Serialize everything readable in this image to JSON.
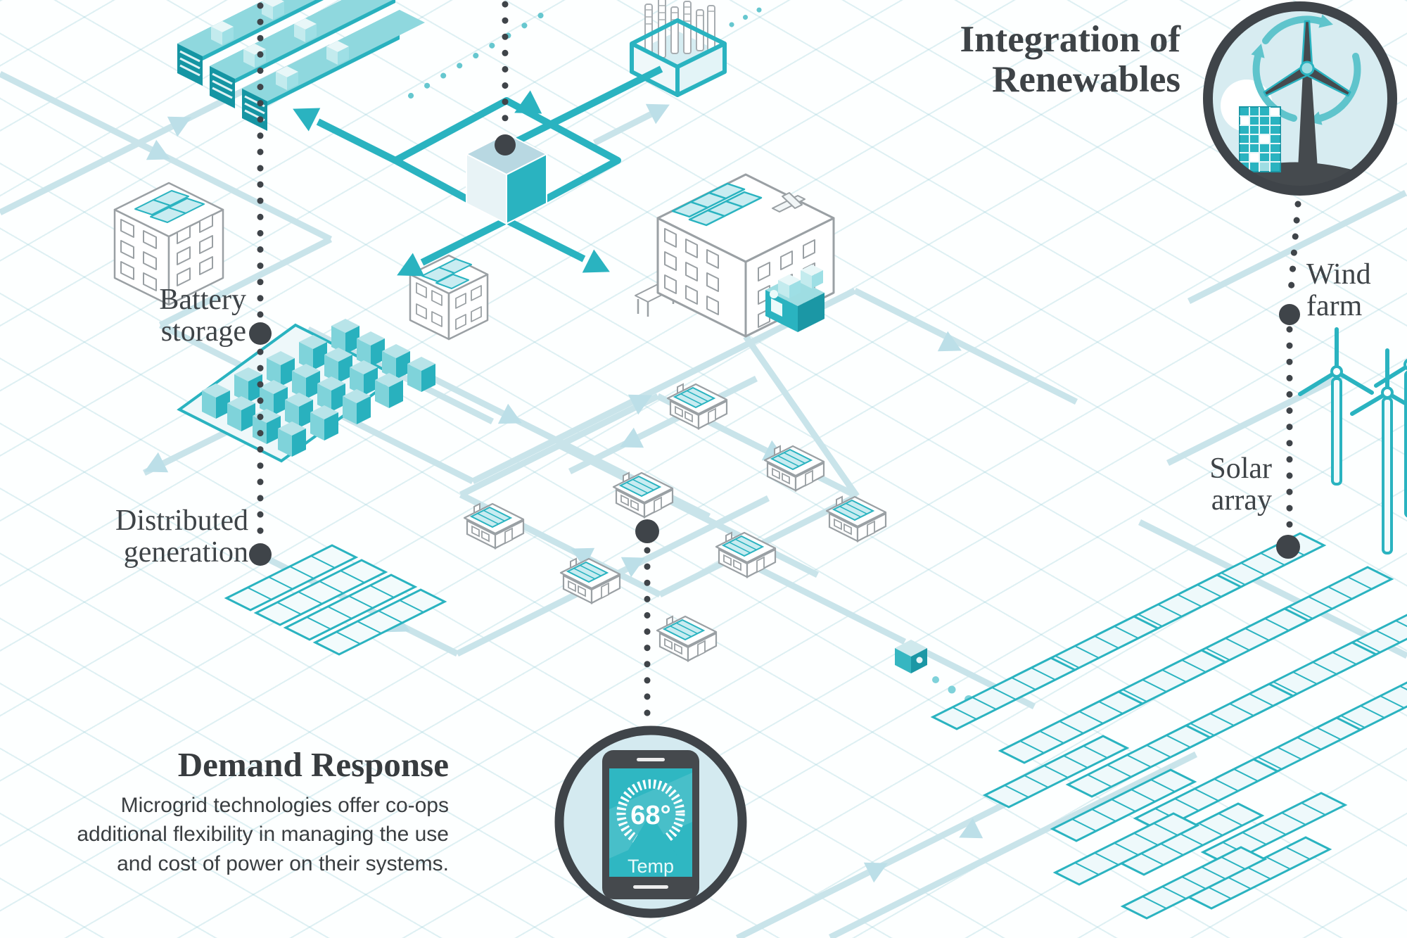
{
  "headline": {
    "line1": "Integration of",
    "line2": "Renewables"
  },
  "labels": {
    "battery_storage": {
      "line1": "Battery",
      "line2": "storage"
    },
    "distributed_generation": {
      "line1": "Distributed",
      "line2": "generation"
    },
    "wind_farm": {
      "line1": "Wind",
      "line2": "farm"
    },
    "solar_array": {
      "line1": "Solar",
      "line2": "array"
    }
  },
  "demand_response": {
    "heading": "Demand Response",
    "body": [
      "Microgrid technologies offer co-ops",
      "additional flexibility in managing the use",
      "and cost of power on their systems."
    ]
  },
  "thermostat": {
    "value": "68°",
    "label": "Temp"
  },
  "colors": {
    "teal": "#29b2bf",
    "teal_dark": "#1595a3",
    "teal_light": "#9edde3",
    "pale_line": "#c9e4ea",
    "dark": "#3f4449",
    "text": "#3e4347",
    "badge_fill": "#d6ebf1"
  },
  "icons": {
    "renewables_badge": "wind-turbine-building-icon",
    "thermostat_badge": "smartphone-thermostat-icon",
    "controller": "microgrid-controller-cube-icon",
    "substation": "power-substation-icon"
  }
}
